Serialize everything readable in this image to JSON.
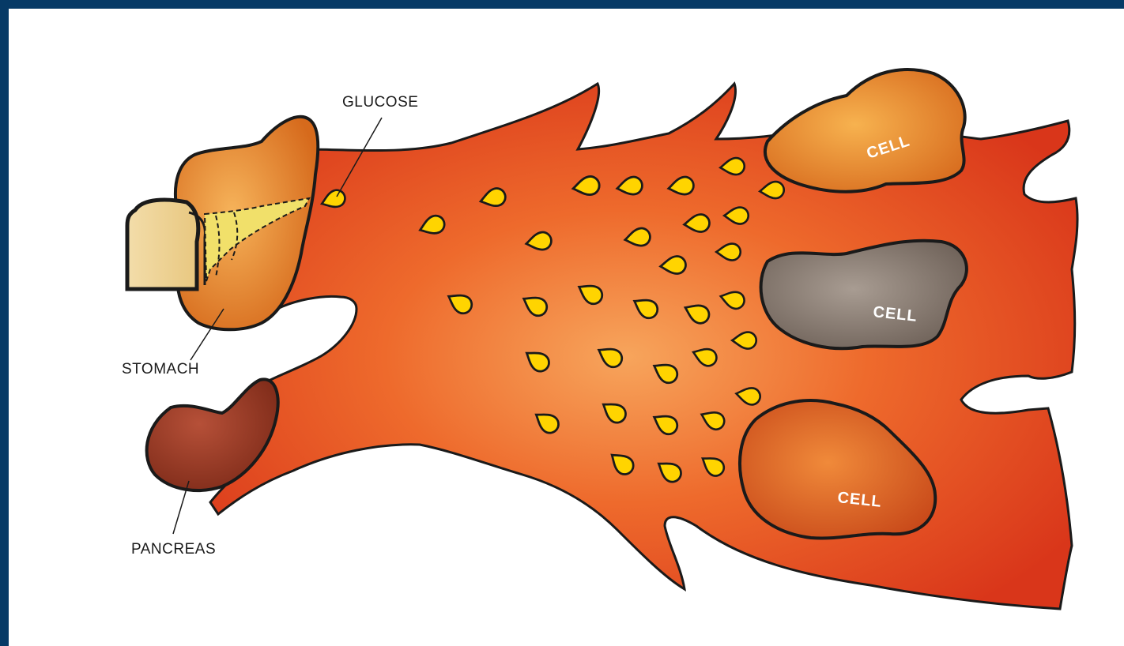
{
  "labels": {
    "glucose": "GLUCOSE",
    "stomach": "STOMACH",
    "pancreas": "PANCREAS",
    "cell_top": "CELL",
    "cell_middle": "CELL",
    "cell_bottom": "CELL"
  },
  "colors": {
    "frame": "#063a66",
    "background": "#ffffff",
    "vessel": "#e5461c",
    "vessel_light": "#f6a15a",
    "glucose": "#ffd400",
    "stomach": "#e88a2a",
    "pancreas": "#9c3a24",
    "cell_orange": "#e07d26",
    "cell_gray": "#8a7e77",
    "cell_red": "#db5d22",
    "bread": "#f0d9a0",
    "outline": "#1a1a1a"
  }
}
